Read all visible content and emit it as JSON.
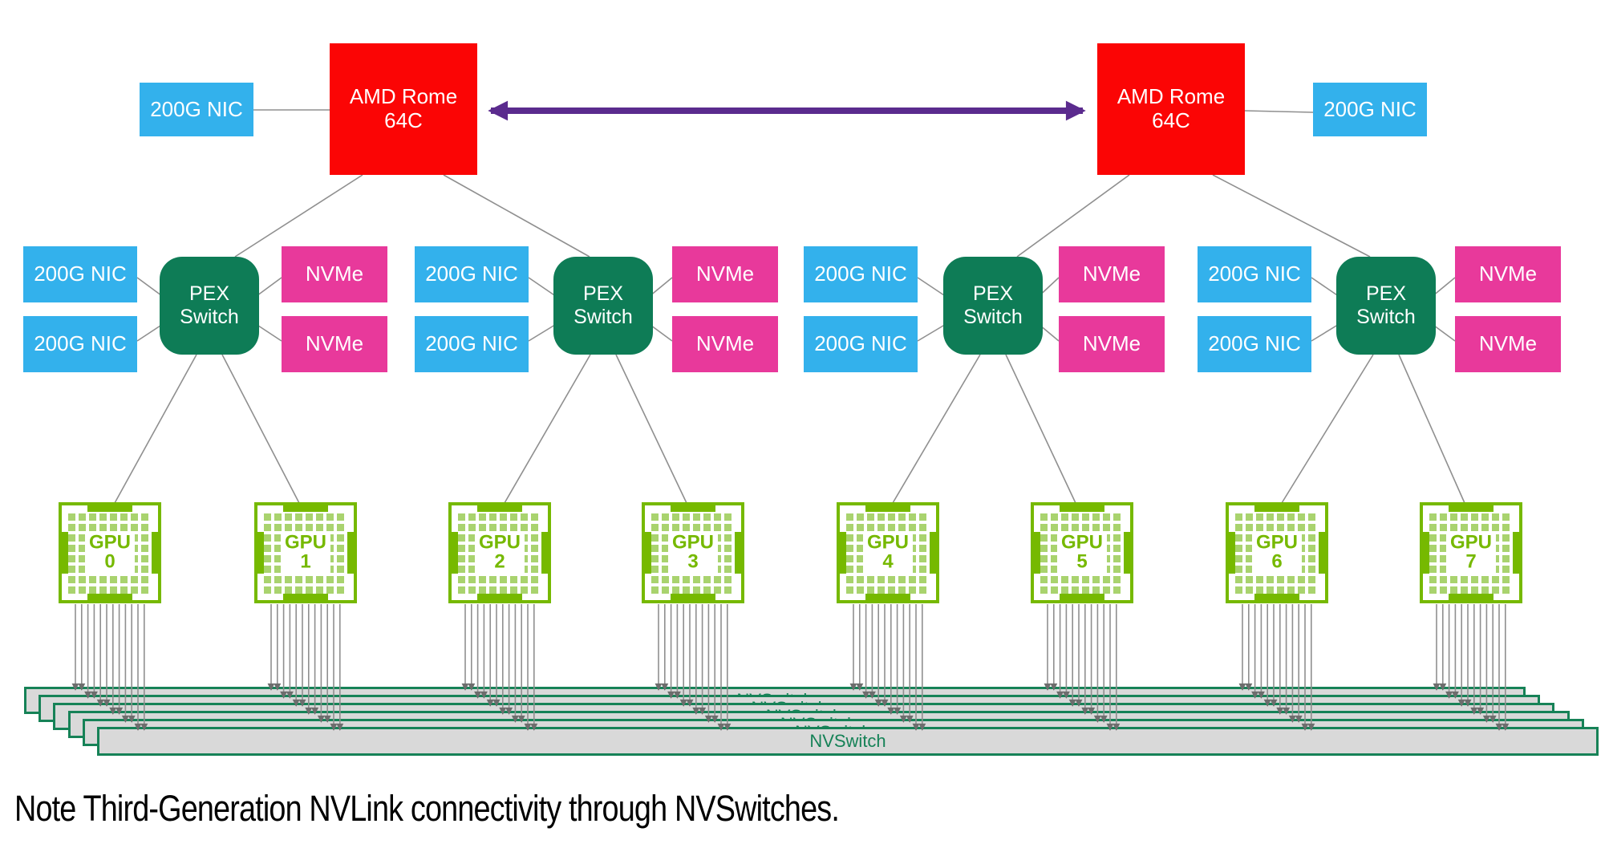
{
  "diagram": {
    "caption": "Note Third-Generation NVLink connectivity through NVSwitches.",
    "cpus": [
      {
        "label": "AMD Rome\n64C"
      },
      {
        "label": "AMD Rome\n64C"
      }
    ],
    "top_nics": [
      {
        "label": "200G NIC"
      },
      {
        "label": "200G NIC"
      }
    ],
    "clusters": [
      {
        "nic_top": "200G NIC",
        "nic_bottom": "200G NIC",
        "switch_label": "PEX\nSwitch",
        "nvme_top": "NVMe",
        "nvme_bottom": "NVMe"
      },
      {
        "nic_top": "200G NIC",
        "nic_bottom": "200G NIC",
        "switch_label": "PEX\nSwitch",
        "nvme_top": "NVMe",
        "nvme_bottom": "NVMe"
      },
      {
        "nic_top": "200G NIC",
        "nic_bottom": "200G NIC",
        "switch_label": "PEX\nSwitch",
        "nvme_top": "NVMe",
        "nvme_bottom": "NVMe"
      },
      {
        "nic_top": "200G NIC",
        "nic_bottom": "200G NIC",
        "switch_label": "PEX\nSwitch",
        "nvme_top": "NVMe",
        "nvme_bottom": "NVMe"
      }
    ],
    "gpus": [
      {
        "label": "GPU\n0"
      },
      {
        "label": "GPU\n1"
      },
      {
        "label": "GPU\n2"
      },
      {
        "label": "GPU\n3"
      },
      {
        "label": "GPU\n4"
      },
      {
        "label": "GPU\n5"
      },
      {
        "label": "GPU\n6"
      },
      {
        "label": "GPU\n7"
      }
    ],
    "nvswitches": [
      {
        "label": "NVSwitch"
      },
      {
        "label": "NVSwitch"
      },
      {
        "label": "NVSwitch"
      },
      {
        "label": "NVSwitch"
      },
      {
        "label": "NVSwitch"
      },
      {
        "label": "NVSwitch"
      }
    ],
    "colors": {
      "nic_blue": "#33B1EC",
      "nvme_magenta": "#E8399B",
      "pex_green": "#0E7C56",
      "cpu_red": "#FB0505",
      "gpu_green": "#76B900",
      "gpu_die_green": "#A9D36E",
      "nvswitch_border": "#168257",
      "nvswitch_fill": "#D9D9D9",
      "link_gray": "#8F8F8F",
      "arrowhead_gray": "#6D6D6D",
      "cpu_link_purple": "#5B2B8E",
      "caption_black": "#000000"
    }
  }
}
